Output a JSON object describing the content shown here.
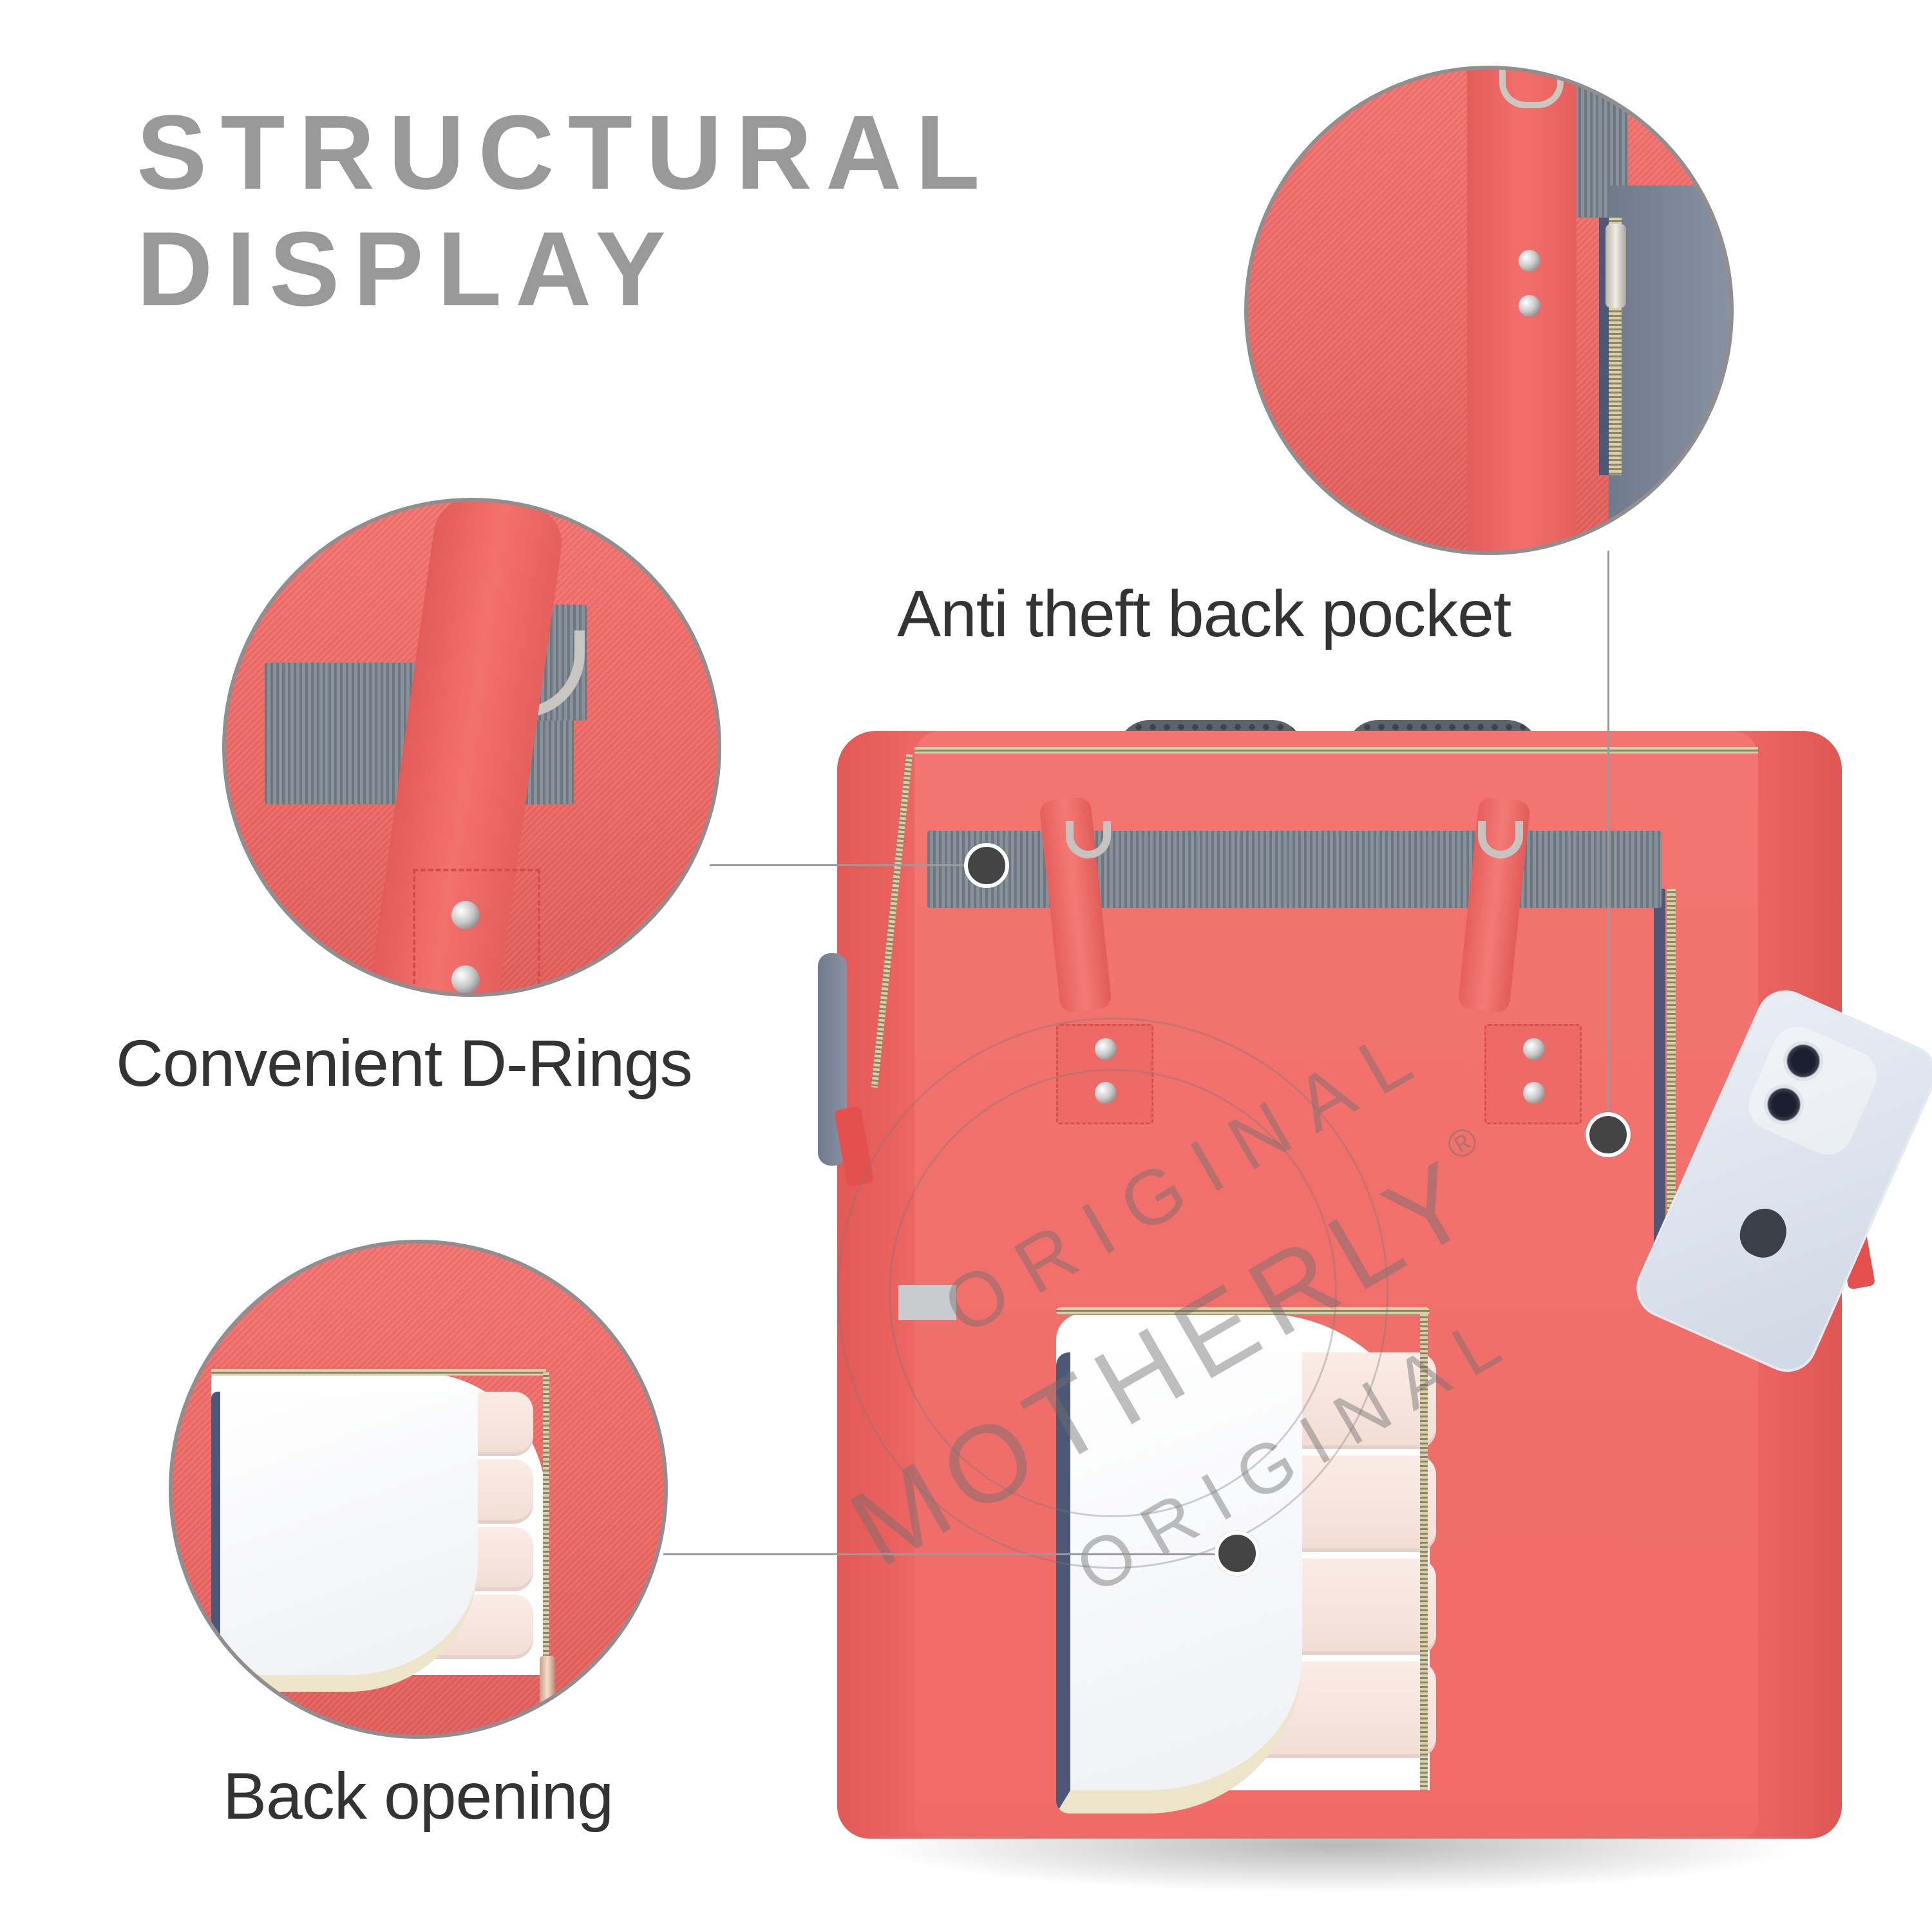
{
  "headline": {
    "line1": "STRUCTURAL",
    "line2": "DISPLAY",
    "color": "#999999"
  },
  "features": [
    {
      "id": "anti-theft",
      "label": "Anti theft back pocket",
      "detail_image": "side zip pocket close-up",
      "callout": "vertical"
    },
    {
      "id": "d-rings",
      "label": "Convenient D-Rings",
      "detail_image": "D-ring on grey webbing close-up",
      "callout": "horizontal"
    },
    {
      "id": "back-opening",
      "label": "Back opening",
      "detail_image": "open back compartment with folded towels",
      "callout": "horizontal"
    }
  ],
  "watermark": {
    "top_arc": "ORIGINAL",
    "center": "MOTHERLY",
    "registered_mark": "®",
    "bottom_arc": "ORIGINAL"
  },
  "colors": {
    "bag_coral": "#F06A67",
    "webbing_gray": "#7A838C",
    "label_text": "#333333",
    "callout_dot": "#444444",
    "callout_line": "#9A9A9A",
    "circle_border": "#8F8F8F"
  }
}
